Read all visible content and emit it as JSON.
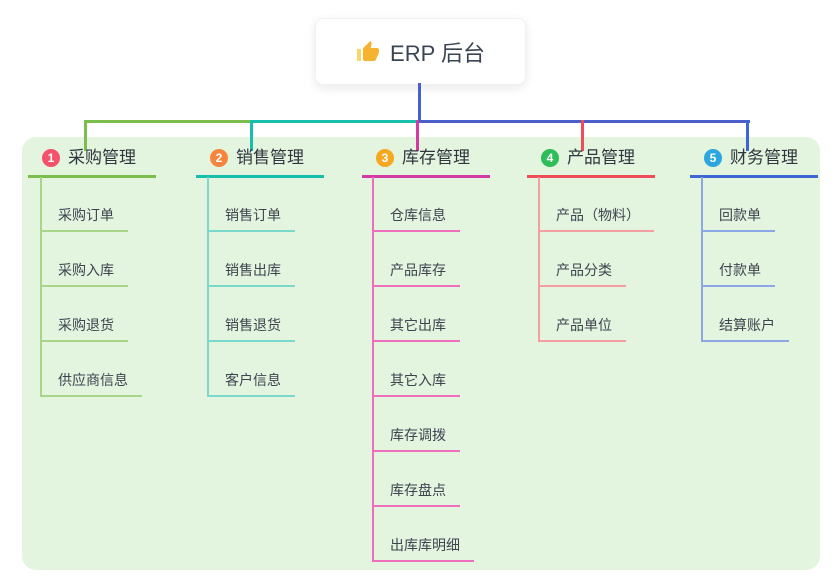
{
  "root": {
    "title": "ERP 后台",
    "icon": "thumbs-up"
  },
  "colors": {
    "panel_bg": "#E3F4DF",
    "root_line": "#4A5FC9",
    "icon_color": "#F5B331"
  },
  "branches": [
    {
      "number": "1",
      "label": "采购管理",
      "colors": {
        "badge": "#F4526B",
        "line": "#7CBE4D",
        "sub": "#A9D58B"
      },
      "items": [
        "采购订单",
        "采购入库",
        "采购退货",
        "供应商信息"
      ]
    },
    {
      "number": "2",
      "label": "销售管理",
      "colors": {
        "badge": "#F7853D",
        "line": "#17BEAC",
        "sub": "#7BD9CB"
      },
      "items": [
        "销售订单",
        "销售出库",
        "销售退货",
        "客户信息"
      ]
    },
    {
      "number": "3",
      "label": "库存管理",
      "colors": {
        "badge": "#F7A821",
        "line": "#D23CA2",
        "sub": "#F06EBE"
      },
      "items": [
        "仓库信息",
        "产品库存",
        "其它出库",
        "其它入库",
        "库存调拨",
        "库存盘点",
        "出库库明细"
      ]
    },
    {
      "number": "4",
      "label": "产品管理",
      "colors": {
        "badge": "#2EBD59",
        "line": "#F04C57",
        "sub": "#F59EA2"
      },
      "items": [
        "产品（物料）",
        "产品分类",
        "产品单位"
      ]
    },
    {
      "number": "5",
      "label": "财务管理",
      "colors": {
        "badge": "#2BA6DE",
        "line": "#3D66D4",
        "sub": "#8DA6E6"
      },
      "items": [
        "回款单",
        "付款单",
        "结算账户"
      ]
    }
  ]
}
